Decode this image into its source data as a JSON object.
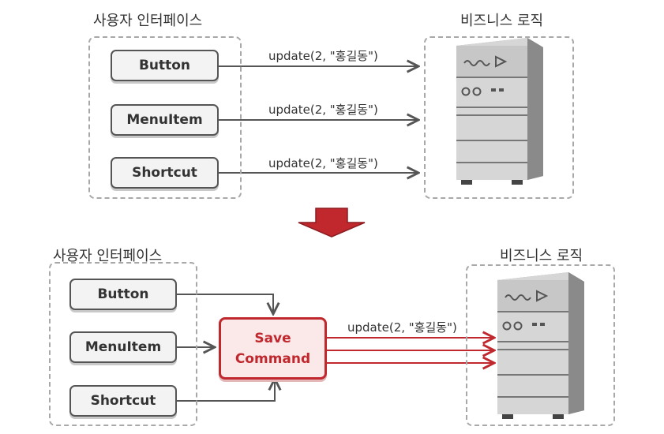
{
  "top": {
    "ui_title": "사용자 인터페이스",
    "logic_title": "비즈니스 로직",
    "buttons": [
      "Button",
      "MenuItem",
      "Shortcut"
    ],
    "messages": [
      "update(2, \"홍길동\")",
      "update(2, \"홍길동\")",
      "update(2, \"홍길동\")"
    ]
  },
  "bottom": {
    "ui_title": "사용자 인터페이스",
    "logic_title": "비즈니스 로직",
    "buttons": [
      "Button",
      "MenuItem",
      "Shortcut"
    ],
    "command": {
      "line1": "Save",
      "line2": "Command"
    },
    "message": "update(2, \"홍길동\")"
  },
  "colors": {
    "gray": "#555555",
    "red": "#c0282e",
    "dashed": "#a8a8a8"
  },
  "icons": [
    "server-icon",
    "transition-arrow-icon"
  ]
}
